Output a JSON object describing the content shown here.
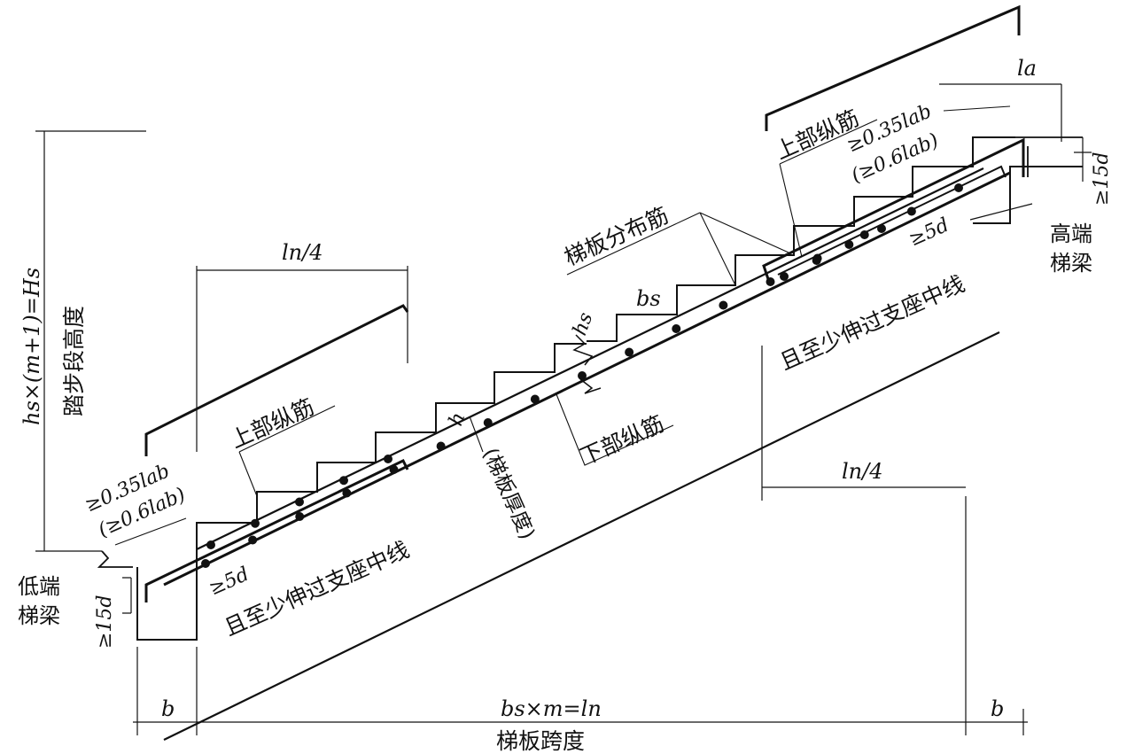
{
  "labels": {
    "top_bar_upper": "上部纵筋",
    "top_bar_lower": "上部纵筋",
    "bottom_bar": "下部纵筋",
    "distribution_bar": "梯板分布筋",
    "thickness": "(梯板厚度)",
    "support_note_upper": "且至少伸过支座中线",
    "support_note_lower": "且至少伸过支座中线",
    "high_beam_line1": "高端",
    "high_beam_line2": "梯梁",
    "low_beam_line1": "低端",
    "low_beam_line2": "梯梁",
    "stair_height": "踏步段高度",
    "span": "梯板跨度"
  },
  "formulas": {
    "anchor_035_upper": "≥0.35lab",
    "anchor_06_upper": "(≥0.6lab)",
    "anchor_035_lower": "≥0.35lab",
    "anchor_06_lower": "(≥0.6lab)",
    "five_d_upper": "≥5d",
    "five_d_lower": "≥5d",
    "fifteen_d_upper": "≥15d",
    "fifteen_d_lower": "≥15d",
    "la": "la",
    "ln4_upper": "ln/4",
    "ln4_lower": "ln/4",
    "hs": "hs",
    "bs": "bs",
    "h": "h",
    "b_left": "b",
    "b_right": "b",
    "span_formula": "bs×m=ln",
    "height_formula": "hs×(m+1)=Hs"
  }
}
